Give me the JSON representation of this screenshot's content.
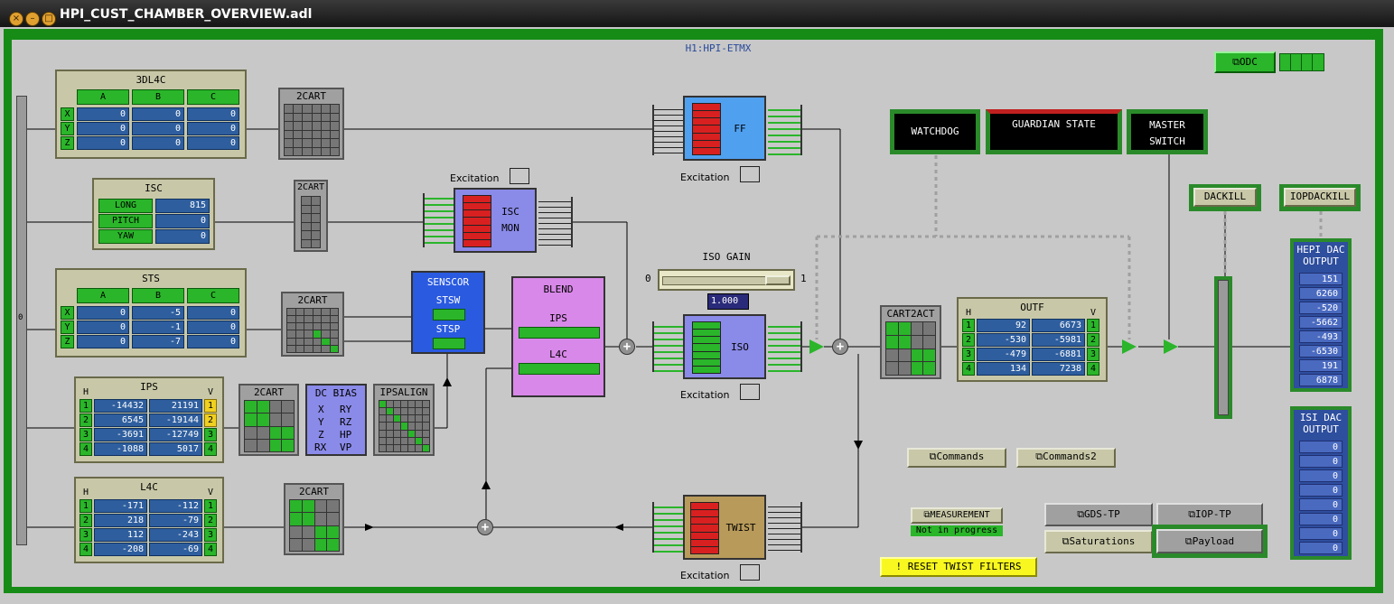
{
  "window": {
    "title": "HPI_CUST_CHAMBER_OVERVIEW.adl"
  },
  "header": {
    "channel": "H1:HPI-ETMX",
    "odc_label": "ODC"
  },
  "side_bar": {
    "label": "0"
  },
  "dl4c": {
    "title": "3DL4C",
    "cols": [
      "A",
      "B",
      "C"
    ],
    "rows": [
      {
        "label": "X",
        "values": [
          "0",
          "0",
          "0"
        ]
      },
      {
        "label": "Y",
        "values": [
          "0",
          "0",
          "0"
        ]
      },
      {
        "label": "Z",
        "values": [
          "0",
          "0",
          "0"
        ]
      }
    ]
  },
  "isc": {
    "title": "ISC",
    "rows": [
      {
        "label": "LONG",
        "value": "815"
      },
      {
        "label": "PITCH",
        "value": "0"
      },
      {
        "label": "YAW",
        "value": "0"
      }
    ]
  },
  "sts": {
    "title": "STS",
    "cols": [
      "A",
      "B",
      "C"
    ],
    "rows": [
      {
        "label": "X",
        "values": [
          "0",
          "-5",
          "0"
        ]
      },
      {
        "label": "Y",
        "values": [
          "0",
          "-1",
          "0"
        ]
      },
      {
        "label": "Z",
        "values": [
          "0",
          "-7",
          "0"
        ]
      }
    ]
  },
  "ips": {
    "title": "IPS",
    "h": "H",
    "v": "V",
    "rows": [
      {
        "n": "1",
        "a": "-14432",
        "b": "21191",
        "m": "1",
        "warn": true
      },
      {
        "n": "2",
        "a": "6545",
        "b": "-19144",
        "m": "2",
        "warn": true
      },
      {
        "n": "3",
        "a": "-3691",
        "b": "-12749",
        "m": "3",
        "warn": false
      },
      {
        "n": "4",
        "a": "-1088",
        "b": "5017",
        "m": "4",
        "warn": false
      }
    ]
  },
  "l4c": {
    "title": "L4C",
    "h": "H",
    "v": "V",
    "rows": [
      {
        "n": "1",
        "a": "-171",
        "b": "-112",
        "m": "1"
      },
      {
        "n": "2",
        "a": "218",
        "b": "-79",
        "m": "2"
      },
      {
        "n": "3",
        "a": "112",
        "b": "-243",
        "m": "3"
      },
      {
        "n": "4",
        "a": "-208",
        "b": "-69",
        "m": "4"
      }
    ]
  },
  "cart_label": "2CART",
  "dc_bias": {
    "title": "DC BIAS",
    "items": [
      "X",
      "RY",
      "Y",
      "RZ",
      "Z",
      "HP",
      "RX",
      "VP"
    ]
  },
  "ipsalign": {
    "title": "IPSALIGN"
  },
  "senscor": {
    "title": "SENSCOR",
    "stsw": "STSW",
    "stsp": "STSP"
  },
  "blend": {
    "title": "BLEND",
    "ips": "IPS",
    "l4c": "L4C"
  },
  "ff": {
    "title": "FF"
  },
  "isc_mon": {
    "line1": "ISC",
    "line2": "MON"
  },
  "iso": {
    "title": "ISO"
  },
  "twist": {
    "title": "TWIST"
  },
  "excitation_label": "Excitation",
  "iso_gain": {
    "title": "ISO GAIN",
    "min": "0",
    "max": "1",
    "value": "1.000",
    "fraction": 1.0
  },
  "cart2act": {
    "title": "CART2ACT"
  },
  "outf": {
    "title": "OUTF",
    "h": "H",
    "v": "V",
    "rows": [
      {
        "n": "1",
        "a": "92",
        "b": "6673",
        "m": "1"
      },
      {
        "n": "2",
        "a": "-530",
        "b": "-5981",
        "m": "2"
      },
      {
        "n": "3",
        "a": "-479",
        "b": "-6881",
        "m": "3"
      },
      {
        "n": "4",
        "a": "134",
        "b": "7238",
        "m": "4"
      }
    ]
  },
  "watchdog": {
    "label": "WATCHDOG"
  },
  "guardian": {
    "label": "GUARDIAN STATE"
  },
  "master": {
    "line1": "MASTER",
    "line2": "SWITCH"
  },
  "dackill": {
    "label": "DACKILL"
  },
  "iopdackill": {
    "label": "IOPDACKILL"
  },
  "hepi_dac": {
    "title1": "HEPI DAC",
    "title2": "OUTPUT",
    "values": [
      "151",
      "6260",
      "-520",
      "-5662",
      "-493",
      "-6530",
      "191",
      "6878"
    ]
  },
  "isi_dac": {
    "title1": "ISI DAC",
    "title2": "OUTPUT",
    "values": [
      "0",
      "0",
      "0",
      "0",
      "0",
      "0",
      "0",
      "0"
    ]
  },
  "buttons": {
    "commands": "Commands",
    "commands2": "Commands2",
    "measurement": "MEASUREMENT",
    "measurement_status": "Not in progress",
    "gds_tp": "GDS-TP",
    "iop_tp": "IOP-TP",
    "saturations": "Saturations",
    "payload": "Payload",
    "reset_twist": "! RESET TWIST FILTERS"
  },
  "colors": {
    "frame_green": "#168c16",
    "cell_green": "#2ab52a",
    "cell_blue": "#2e5e9e",
    "filter_red": "#d82020",
    "warn_yellow": "#f0d020",
    "reset_yellow": "#f8f820"
  }
}
